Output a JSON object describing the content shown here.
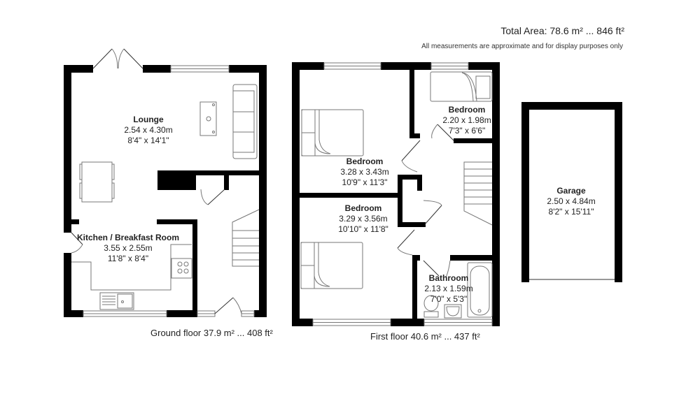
{
  "header": {
    "total_area": "Total Area: 78.6 m² ... 846 ft²",
    "disclaimer": "All measurements are approximate and for display purposes only"
  },
  "colors": {
    "wall": "#000000",
    "fixture": "#777777",
    "background": "#ffffff",
    "text": "#222222"
  },
  "floors": [
    {
      "name": "Ground floor",
      "caption": "Ground floor 37.9 m² ... 408 ft²",
      "rooms": [
        {
          "name": "Lounge",
          "metric": "2.54 x 4.30m",
          "imperial": "8'4\" x 14'1\""
        },
        {
          "name": "Kitchen / Breakfast Room",
          "metric": "3.55 x 2.55m",
          "imperial": "11'8\" x 8'4\""
        }
      ]
    },
    {
      "name": "First floor",
      "caption": "First floor 40.6 m² ... 437 ft²",
      "rooms": [
        {
          "name": "Bedroom",
          "metric": "3.28 x 3.43m",
          "imperial": "10'9\" x 11'3\""
        },
        {
          "name": "Bedroom",
          "metric": "2.20 x 1.98m",
          "imperial": "7'3\" x 6'6\""
        },
        {
          "name": "Bedroom",
          "metric": "3.29 x 3.56m",
          "imperial": "10'10\" x 11'8\""
        },
        {
          "name": "Bathroom",
          "metric": "2.13 x 1.59m",
          "imperial": "7'0\" x 5'3\""
        }
      ]
    },
    {
      "name": "Garage",
      "rooms": [
        {
          "name": "Garage",
          "metric": "2.50 x 4.84m",
          "imperial": "8'2\" x 15'11\""
        }
      ]
    }
  ]
}
